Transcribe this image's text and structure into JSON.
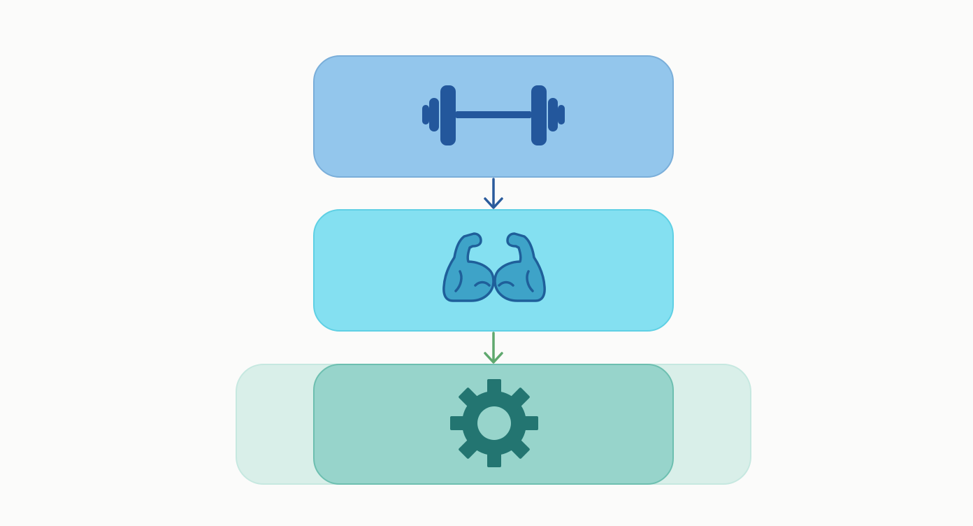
{
  "diagram": {
    "stages": [
      {
        "icon": "dumbbell-icon",
        "fill": "#93c6ec"
      },
      {
        "icon": "flexed-biceps-icon",
        "fill": "#84e0f1"
      },
      {
        "icon": "gear-icon",
        "fill": "#97d4cb"
      }
    ],
    "background_band": {
      "fill": "#d9efe9"
    },
    "connectors": [
      {
        "from": 0,
        "to": 1,
        "color": "#2a5b9c"
      },
      {
        "from": 1,
        "to": 2,
        "color": "#5fa86e"
      }
    ],
    "colors": {
      "dumbbell": "#23579c",
      "biceps_fill": "#3ea3c8",
      "biceps_stroke": "#1f5f9a",
      "gear": "#237571"
    }
  }
}
